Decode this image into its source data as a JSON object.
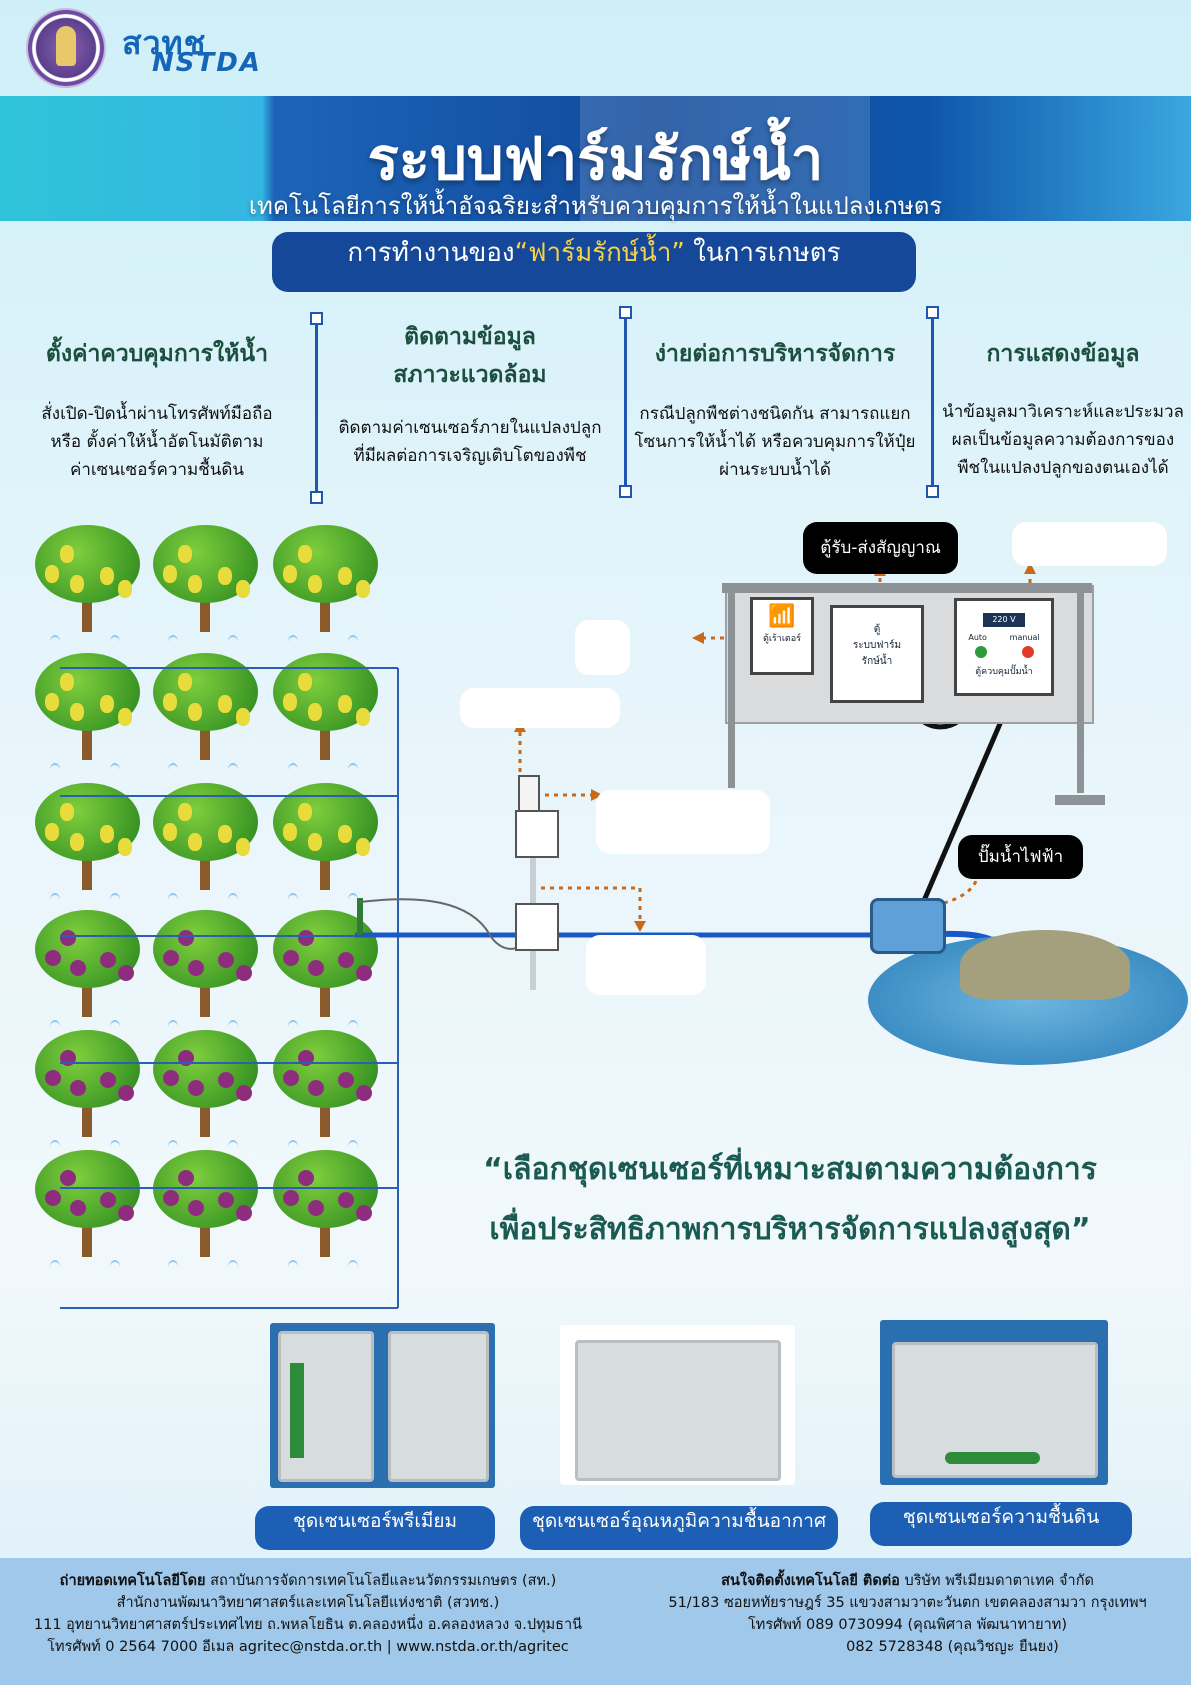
{
  "header": {
    "org_logo_text_th": "สวทช",
    "org_logo_text_en": "NSTDA",
    "title": "ระบบฟาร์มรักษ์น้ำ",
    "subtitle": "เทคโนโลยีการให้น้ำอัจฉริยะสำหรับควบคุมการให้น้ำในแปลงเกษตร"
  },
  "section_heading": {
    "prefix": "การทำงานของ",
    "highlight": "“ฟาร์มรักษ์น้ำ”",
    "suffix": " ในการเกษตร"
  },
  "features": [
    {
      "title": "ตั้งค่าควบคุมการให้น้ำ",
      "desc_lines": [
        "สั่งเปิด-ปิดน้ำผ่านโทรศัพท์มือถือ",
        "หรือ ตั้งค่าให้น้ำอัตโนมัติตาม",
        "ค่าเซนเซอร์ความชื้นดิน"
      ]
    },
    {
      "title": "ติดตามข้อมูล\nสภาวะแวดล้อม",
      "desc_lines": [
        "ติดตามค่าเซนเซอร์ภายในแปลงปลูก",
        "ที่มีผลต่อการเจริญเติบโตของพืช"
      ]
    },
    {
      "title": "ง่ายต่อการบริหารจัดการ",
      "desc_lines": [
        "กรณีปลูกพืชต่างชนิดกัน สามารถแยก",
        "โซนการให้น้ำได้ หรือควบคุมการให้ปุ๋ย",
        "ผ่านระบบน้ำได้"
      ]
    },
    {
      "title": "การแสดงข้อมูล",
      "desc_lines": [
        "นำข้อมูลมาวิเคราะห์และประมวล",
        "ผลเป็นข้อมูลความต้องการของ",
        "พืชในแปลงปลูกของตนเองได้"
      ]
    }
  ],
  "diagram": {
    "label_signal_box": "ตู้รับ-ส่งสัญญาณ",
    "label_pump": "ปั๊มน้ำไฟฟ้า",
    "router_label": "ตู้เร้าเตอร์",
    "farm_box_label": "ตู้\nระบบฟาร์ม\nรักษ์น้ำ",
    "pump_control_label": "ตู้ควบคุมปั๊มน้ำ",
    "voltage": "220 V",
    "mode_auto": "Auto",
    "mode_manual": "manual"
  },
  "quote": {
    "line1": "“เลือกชุดเซนเซอร์ที่เหมาะสมตามความต้องการ",
    "line2": "เพื่อประสิทธิภาพการบริหารจัดการแปลงสูงสุด”"
  },
  "products": [
    {
      "label": "ชุดเซนเซอร์พรีเมียม"
    },
    {
      "label": "ชุดเซนเซอร์อุณหภูมิความชื้นอากาศ"
    },
    {
      "label": "ชุดเซนเซอร์ความชื้นดิน"
    }
  ],
  "footer": {
    "left_lead": "ถ่ายทอดเทคโนโลยีโดย",
    "left_lines": [
      " สถาบันการจัดการเทคโนโลยีและนวัตกรรมเกษตร (สท.)",
      "สำนักงานพัฒนาวิทยาศาสตร์และเทคโนโลยีแห่งชาติ (สวทช.)",
      "111 อุทยานวิทยาศาสตร์ประเทศไทย ถ.พหลโยธิน ต.คลองหนึ่ง อ.คลองหลวง จ.ปทุมธานี",
      "โทรศัพท์ 0 2564 7000 อีเมล agritec@nstda.or.th | www.nstda.or.th/agritec"
    ],
    "right_lead": "สนใจติดตั้งเทคโนโลยี ติดต่อ",
    "right_lines": [
      " บริษัท พรีเมียมดาตาเทค จำกัด",
      "51/183 ซอยหทัยราษฎร์ 35 แขวงสามวาตะวันตก เขตคลองสามวา กรุงเทพฯ",
      "โทรศัพท์ 089 0730994 (คุณพิศาล พัฒนาทายาท)",
      "082 5728348 (คุณวิชญะ ยืนยง)"
    ]
  },
  "colors": {
    "brand_blue": "#16489a",
    "highlight_yellow": "#f4d24a",
    "accent_orange": "#c96a1a"
  }
}
